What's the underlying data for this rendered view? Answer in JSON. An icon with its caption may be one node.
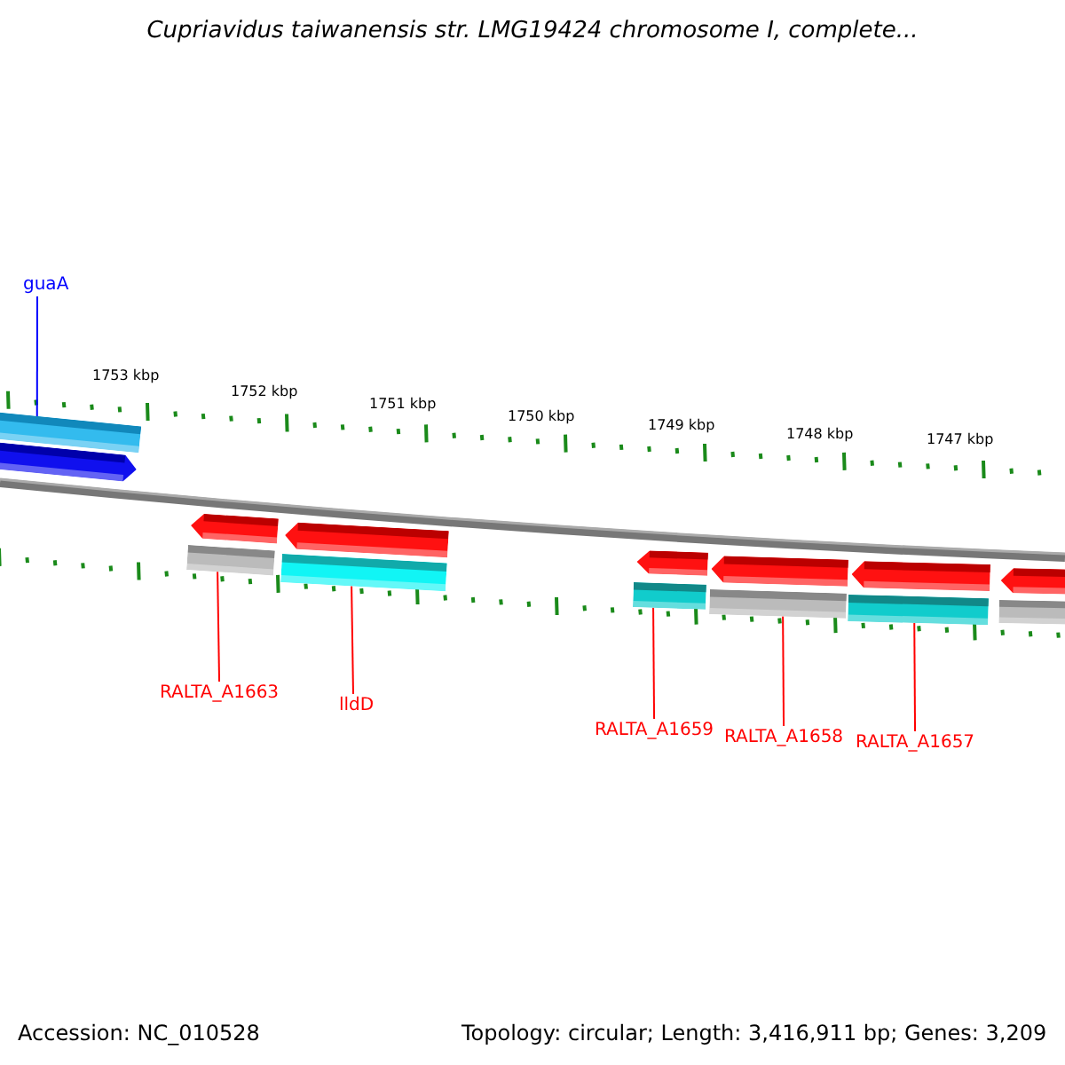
{
  "diagram": {
    "title": "Cupriavidus taiwanensis str. LMG19424 chromosome I, complete...",
    "nodes": [
      {
        "text": [
          "guaA"
        ]
      },
      {
        "text": [],
        "shape": "bar"
      },
      {
        "text": [],
        "shape": "arrow"
      },
      {
        "text": [],
        "shape": "arrow"
      },
      {
        "text": [],
        "shape": "bar"
      },
      {
        "text": [],
        "shape": "arrow"
      },
      {
        "text": [],
        "shape": "bar"
      },
      {
        "text": [],
        "shape": "arrow"
      },
      {
        "text": [],
        "shape": "bar"
      },
      {
        "text": [],
        "shape": "arrow"
      },
      {
        "text": [],
        "shape": "bar"
      },
      {
        "text": [],
        "shape": "arrow"
      },
      {
        "text": [],
        "shape": "bar"
      },
      {
        "text": [],
        "shape": "arrow"
      },
      {
        "text": [],
        "shape": "bar"
      },
      {
        "text": [
          "RALTA_A1663"
        ]
      },
      {
        "text": [
          "lldD"
        ]
      },
      {
        "text": [
          "RALTA_A1659"
        ]
      },
      {
        "text": [
          "RALTA_A1658"
        ]
      },
      {
        "text": [
          "RALTA_A1657"
        ]
      }
    ],
    "edges": [
      {
        "from": 0,
        "to": 1,
        "arrow": "none",
        "color": "#0000ff"
      },
      {
        "from": 15,
        "to": 4,
        "arrow": "none"
      },
      {
        "from": 16,
        "to": 6,
        "arrow": "none"
      },
      {
        "from": 17,
        "to": 8,
        "arrow": "none"
      },
      {
        "from": 18,
        "to": 10,
        "arrow": "none"
      },
      {
        "from": 19,
        "to": 12,
        "arrow": "none"
      }
    ],
    "labels": [
      "1753 kbp",
      "1752 kbp",
      "1751 kbp",
      "1750 kbp",
      "1749 kbp",
      "1748 kbp",
      "1747 kbp",
      "Accession: NC_010528",
      "Topology: circular; Length: 3,416,911 bp; Genes: 3,209"
    ]
  }
}
